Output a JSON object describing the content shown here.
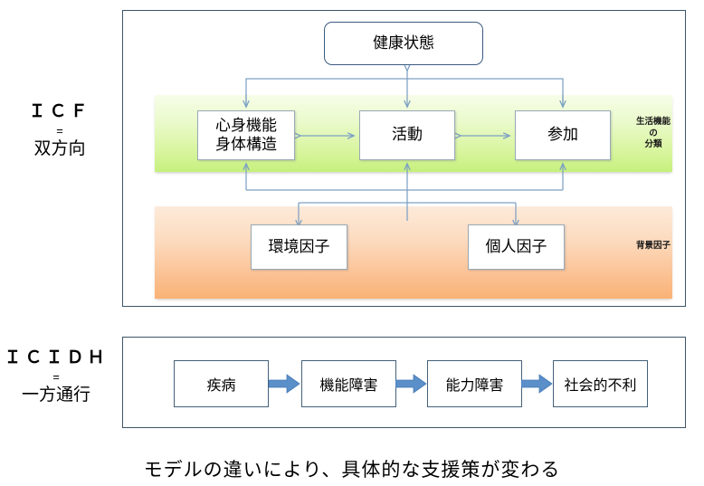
{
  "rails": {
    "icf": {
      "acronym": "ＩＣＦ",
      "equals": "=",
      "subtitle": "双方向"
    },
    "icidh": {
      "acronym": "ＩＣＩＤＨ",
      "equals": "=",
      "subtitle": "一方通行"
    }
  },
  "icf": {
    "health_node": "健康状態",
    "function_nodes": [
      {
        "id": "body-function",
        "label": "心身機能\n身体構造"
      },
      {
        "id": "activity",
        "label": "活動"
      },
      {
        "id": "participation",
        "label": "参加"
      }
    ],
    "factor_nodes": [
      {
        "id": "environmental-factor",
        "label": "環境因子"
      },
      {
        "id": "personal-factor",
        "label": "個人因子"
      }
    ],
    "band_captions": {
      "life_function": "生活機能\nの\n分類",
      "context_factor": "背景因子"
    }
  },
  "icidh": {
    "chain": [
      "疾病",
      "機能障害",
      "能力障害",
      "社会的不利"
    ]
  },
  "caption": "モデルの違いにより、具体的な支援策が変わる",
  "colors": {
    "frame_border": "#3d5567",
    "node_border": "#9aa9b4",
    "health_border": "#3b5a82",
    "connector": "#7da0c4",
    "chain_arrow": "#5b8fc9",
    "green_band_top": "#f7fde9",
    "green_band_bottom": "#c6f07d",
    "orange_band_top": "#fdeada",
    "orange_band_bottom": "#f9b275"
  }
}
